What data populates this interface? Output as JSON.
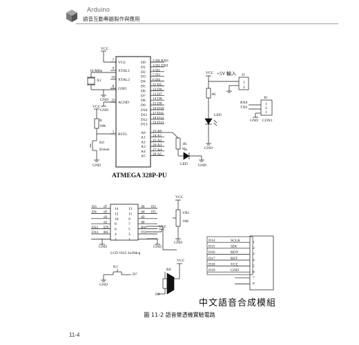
{
  "header": {
    "brand": "Arduino",
    "subtitle": "語音互動專題製作與應用"
  },
  "figure": {
    "caption": "圖 11-2 語音樂透機實驗電路",
    "page_number": "11-4"
  },
  "mcu": {
    "name": "ATMEGA 328P-PU",
    "left_pins": [
      {
        "num": "7",
        "label": "VCC"
      },
      {
        "num": "9",
        "label": "XTAL1"
      },
      {
        "num": "10",
        "label": "XTAL2"
      },
      {
        "num": "8",
        "label": "GND"
      },
      {
        "num": "22",
        "label": "AGND"
      },
      {
        "num": "1",
        "label": "RSTL"
      }
    ],
    "d_pins": [
      {
        "label": "D0",
        "net": "2 D0 RX0"
      },
      {
        "label": "D1",
        "net": "3 D1 TX0"
      },
      {
        "label": "D2",
        "net": "4 D2"
      },
      {
        "label": "D3",
        "net": "5 D3"
      },
      {
        "label": "D4",
        "net": "6 D4"
      },
      {
        "label": "D5",
        "net": "11 D5"
      },
      {
        "label": "D6",
        "net": "12 D6"
      },
      {
        "label": "D7",
        "net": "13 D7"
      },
      {
        "label": "D8",
        "net": "14 D8"
      },
      {
        "label": "D9",
        "net": "15 D9"
      },
      {
        "label": "D10",
        "net": "16 D10"
      },
      {
        "label": "D11",
        "net": "17 D11"
      },
      {
        "label": "D12",
        "net": "18 D12"
      },
      {
        "label": "D13",
        "net": "19 D13"
      }
    ],
    "a_pins": [
      {
        "label": "A0",
        "net": "23 A0"
      },
      {
        "label": "A1",
        "net": "24 A1"
      },
      {
        "label": "A2",
        "net": "25 A2"
      },
      {
        "label": "A3",
        "net": "26 A3"
      },
      {
        "label": "A4",
        "net": "27 A4"
      },
      {
        "label": "A5",
        "net": "28 A5"
      }
    ]
  },
  "parts": {
    "vcc": "VCC",
    "gnd": "GND",
    "crystal": "16 MHz",
    "x1": "X1",
    "r_reset": "R",
    "r_reset_val": "10K",
    "k0": "K0",
    "kreset": "Kreset",
    "r_led": "1K",
    "led": "LED",
    "power_in": "+5V 輸入",
    "j1": "J1",
    "r_pwr": "1K",
    "led_pwr": "LED",
    "j0": "J0",
    "rx0": "RX0",
    "tx0": "TX0",
    "con3": "CON3",
    "vr1": "VR1",
    "vr1_val": "10K",
    "lcd_name": "LCD 16x2 2a16dcg",
    "k1": "K1",
    "d7": "D7",
    "bz": "BZ",
    "d8": "D8"
  },
  "lcd": {
    "left_rows": [
      {
        "net": "D3",
        "pin_label": "d7",
        "num": "14"
      },
      {
        "net": "D4",
        "pin_label": "d5",
        "num": "12"
      },
      {
        "net": "",
        "pin_label": "d3",
        "num": "10"
      },
      {
        "net": "",
        "pin_label": "d1",
        "num": "8"
      },
      {
        "net": "D11",
        "pin_label": "EN",
        "num": "6"
      },
      {
        "net": "D12",
        "pin_label": "RS",
        "num": "4"
      },
      {
        "net": "",
        "pin_label": "",
        "num": "2"
      }
    ],
    "right_rows": [
      {
        "num": "13",
        "pin_label": "d6",
        "net": "D3"
      },
      {
        "num": "11",
        "pin_label": "d4",
        "net": "D5"
      },
      {
        "num": "9",
        "pin_label": "d2",
        "net": ""
      },
      {
        "num": "7",
        "pin_label": "d0",
        "net": ""
      },
      {
        "num": "5",
        "pin_label": "RW",
        "net": ""
      },
      {
        "num": "3",
        "pin_label": "VO",
        "net": ""
      },
      {
        "num": "1",
        "pin_label": "",
        "net": ""
      }
    ]
  },
  "speech_module": {
    "title": "中文語音合成模組",
    "rows": [
      {
        "net": "D14",
        "signal": "SCLK",
        "pin": "1"
      },
      {
        "net": "D15",
        "signal": "SDI",
        "pin": "2"
      },
      {
        "net": "D16",
        "signal": "RDY",
        "pin": "3"
      },
      {
        "net": "D17",
        "signal": "RST",
        "pin": "4"
      },
      {
        "net": "D18",
        "signal": "VCC",
        "pin": "5"
      },
      {
        "net": "D19",
        "signal": "GND",
        "pin": "6"
      },
      {
        "net": "",
        "signal": "",
        "pin": "7"
      },
      {
        "net": "",
        "signal": "",
        "pin": "8"
      }
    ]
  },
  "connectors": {
    "j1_pins": [
      "1",
      "2"
    ],
    "j0_pins": [
      "1",
      "2",
      "3"
    ]
  }
}
